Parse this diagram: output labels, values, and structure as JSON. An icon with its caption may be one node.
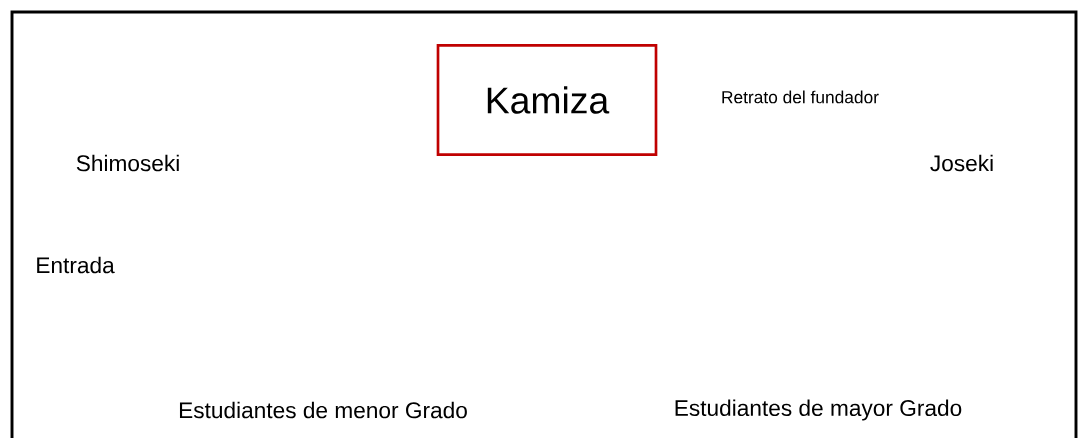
{
  "diagram": {
    "nodes": [
      {
        "text": [
          "Kamiza"
        ]
      }
    ],
    "labels": [
      "Retrato del fundador",
      "Shimoseki",
      "Joseki",
      "Entrada",
      "Estudiantes de menor Grado",
      "Estudiantes de mayor Grado"
    ]
  }
}
